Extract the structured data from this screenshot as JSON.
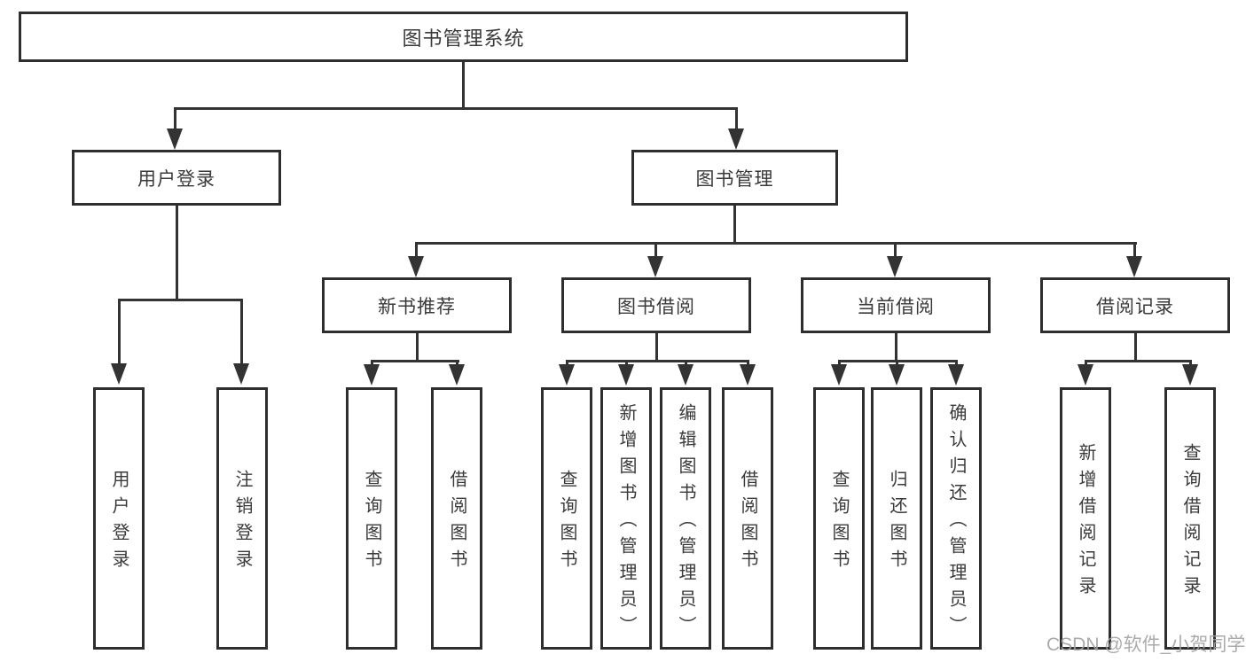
{
  "diagram": {
    "tree": {
      "root": {
        "label": "图书管理系统"
      },
      "user_login": {
        "label": "用户登录",
        "children": [
          {
            "label": "用户登录"
          },
          {
            "label": "注销登录"
          }
        ]
      },
      "book_mgmt": {
        "label": "图书管理"
      },
      "new_book_rec": {
        "label": "新书推荐",
        "children": [
          {
            "label": "查询图书"
          },
          {
            "label": "借阅图书"
          }
        ]
      },
      "book_borrow": {
        "label": "图书借阅",
        "children": [
          {
            "label": "查询图书"
          },
          {
            "label": "新增图书（管理员）"
          },
          {
            "label": "编辑图书（管理员）"
          },
          {
            "label": "借阅图书"
          }
        ]
      },
      "current_borrow": {
        "label": "当前借阅",
        "children": [
          {
            "label": "查询图书"
          },
          {
            "label": "归还图书"
          },
          {
            "label": "确认归还（管理员）"
          }
        ]
      },
      "borrow_records": {
        "label": "借阅记录",
        "children": [
          {
            "label": "新增借阅记录"
          },
          {
            "label": "查询借阅记录"
          }
        ]
      }
    },
    "colors": {
      "line": "#333333",
      "box_border": "#2e2e2e",
      "text": "#3a3a3a",
      "background": "#ffffff",
      "watermark": "#a2a2a2"
    }
  },
  "watermark": {
    "text": "CSDN @软件_小贺同学"
  }
}
